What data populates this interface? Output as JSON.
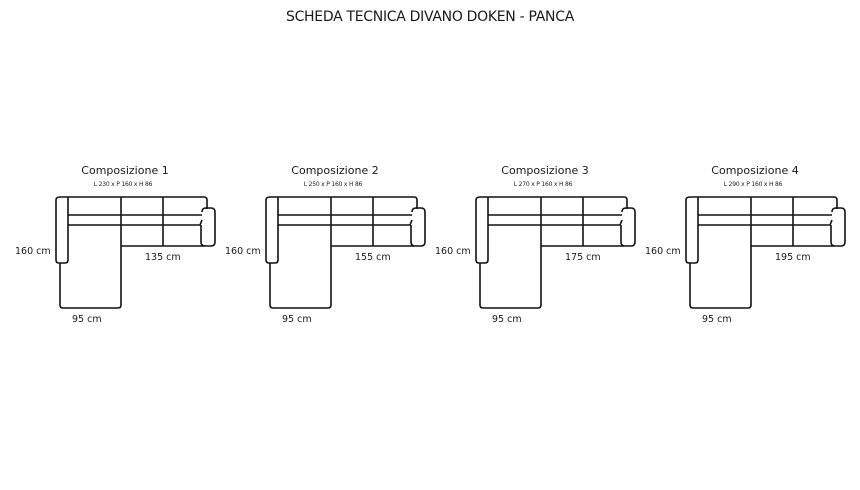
{
  "title": "SCHEDA TECNICA DIVANO DOKEN - PANCA",
  "compositions": [
    {
      "name": "Composizione 1",
      "dims": "L 230 x P 160 x H 86",
      "depth_label": "160 cm",
      "width_label": "135 cm",
      "chaise_label": "95 cm"
    },
    {
      "name": "Composizione 2",
      "dims": "L 250 x P 160 x H 86",
      "depth_label": "160 cm",
      "width_label": "155 cm",
      "chaise_label": "95 cm"
    },
    {
      "name": "Composizione 3",
      "dims": "L 270 x P 160 x H 86",
      "depth_label": "160 cm",
      "width_label": "175 cm",
      "chaise_label": "95 cm"
    },
    {
      "name": "Composizione 4",
      "dims": "L 290 x P 160 x H 86",
      "depth_label": "160 cm",
      "width_label": "195 cm",
      "chaise_label": "95 cm"
    }
  ],
  "colors": {
    "line": "#111111",
    "text": "#1a1a1a",
    "background": "#ffffff"
  }
}
